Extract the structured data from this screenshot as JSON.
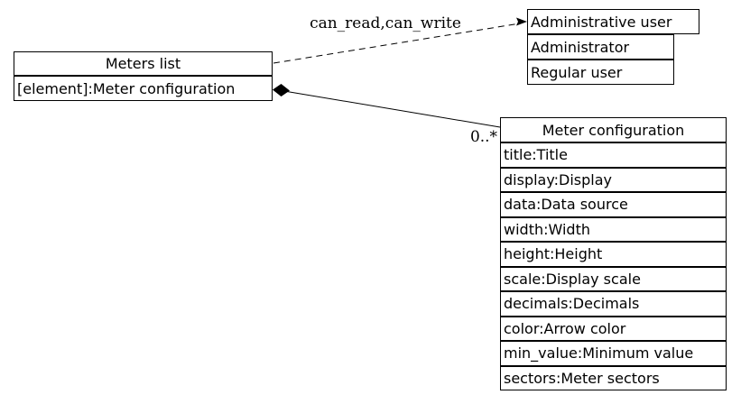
{
  "diagram": {
    "colors": {
      "background": "#ffffff",
      "stroke": "#000000",
      "text": "#000000"
    },
    "nodes": {
      "meters_list": {
        "title": "Meters list",
        "rows": [
          "[element]:Meter configuration"
        ]
      },
      "administrative_user": {
        "title": "Administrative user",
        "rows": [
          "Administrator",
          "Regular user"
        ]
      },
      "meter_configuration": {
        "title": "Meter configuration",
        "rows": [
          "title:Title",
          "display:Display",
          "data:Data source",
          "width:Width",
          "height:Height",
          "scale:Display scale",
          "decimals:Decimals",
          "color:Arrow color",
          "min_value:Minimum value",
          "sectors:Meter sectors"
        ]
      }
    },
    "edges": {
      "permission": {
        "label": "can_read,can_write",
        "type": "dashed-arrow",
        "from": "meters_list",
        "to": "administrative_user"
      },
      "composition": {
        "label": "0..*",
        "type": "solid-diamond",
        "from": "meters_list",
        "to": "meter_configuration"
      }
    }
  }
}
